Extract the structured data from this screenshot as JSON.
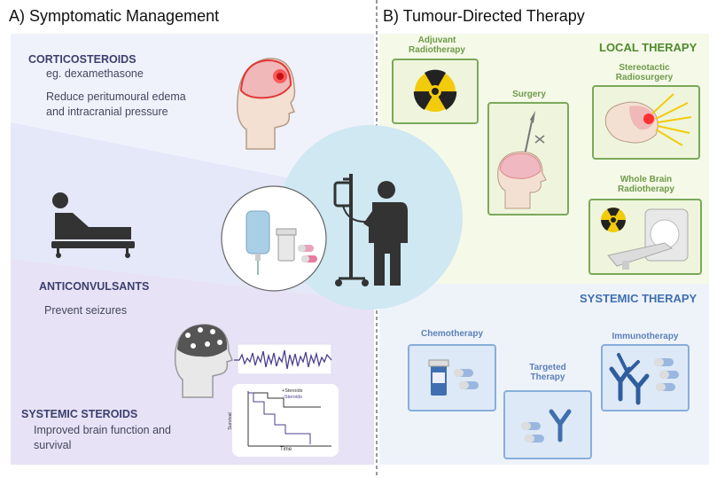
{
  "left": {
    "title": "A) Symptomatic Management",
    "corticosteroids": {
      "heading": "CORTICOSTEROIDS",
      "example": "eg. dexamethasone",
      "desc_line1": "Reduce peritumoural edema",
      "desc_line2": "and intracranial pressure"
    },
    "anticonvulsants": {
      "heading": "ANTICONVULSANTS",
      "desc": "Prevent seizures"
    },
    "systemic_steroids": {
      "heading": "SYSTEMIC STEROIDS",
      "desc_line1": "Improved brain function and",
      "desc_line2": "survival"
    },
    "survival_plot": {
      "ylabel": "Survival",
      "xlabel": "Time",
      "legend_plus": "+Steroids",
      "legend_minus": "-Steroids"
    }
  },
  "right": {
    "title": "B) Tumour-Directed Therapy",
    "local": {
      "heading": "LOCAL THERAPY",
      "adjuvant_line1": "Adjuvant",
      "adjuvant_line2": "Radiotherapy",
      "surgery": "Surgery",
      "stereo_line1": "Stereotactic",
      "stereo_line2": "Radiosurgery",
      "wbrt_line1": "Whole Brain",
      "wbrt_line2": "Radiotherapy"
    },
    "systemic": {
      "heading": "SYSTEMIC THERAPY",
      "chemotherapy": "Chemotherapy",
      "targeted_line1": "Targeted",
      "targeted_line2": "Therapy",
      "immunotherapy": "Immunotherapy"
    }
  },
  "colors": {
    "local_bg": "#f5f9e8",
    "systemic_bg": "#eef3fa",
    "circle": "#cfe8f1",
    "green_border": "#7aa95a",
    "blue_border": "#88aedb",
    "radiation": "#f2cb0c"
  }
}
